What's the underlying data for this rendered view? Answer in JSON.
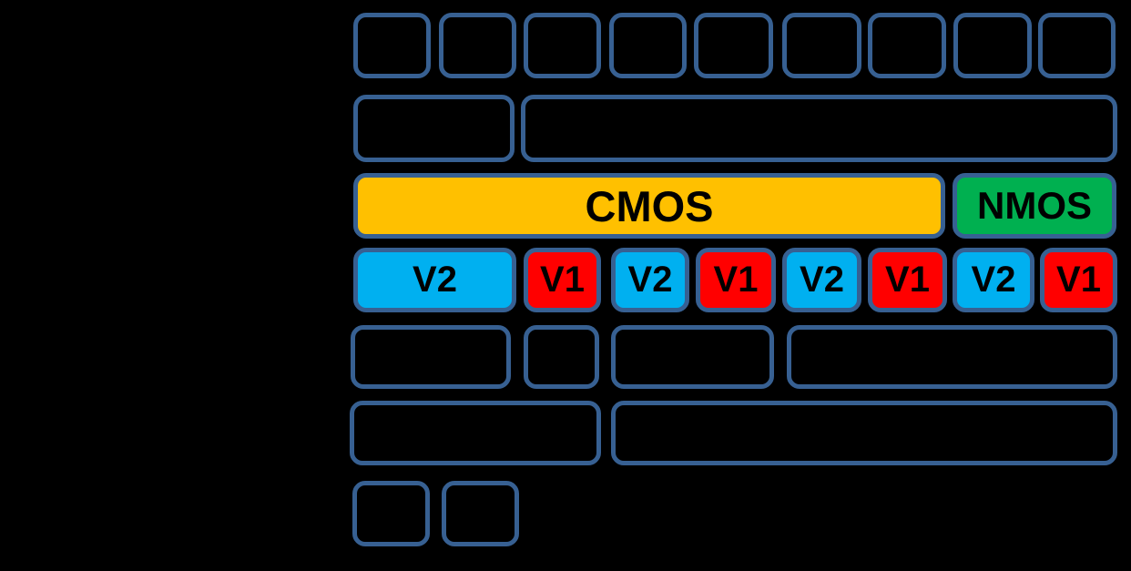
{
  "colors": {
    "background": "#000000",
    "outline": "#376092",
    "label_color": "#000000",
    "cmos_fill": "#FFC000",
    "nmos_fill": "#00B050",
    "v2_fill": "#00B0F0",
    "v1_fill": "#FF0000"
  },
  "blocks": {
    "cmos_label": "CMOS",
    "nmos_label": "NMOS",
    "v_sequence": [
      "V2",
      "V1",
      "V2",
      "V1",
      "V2",
      "V1",
      "V2",
      "V1"
    ]
  },
  "rows_summary": [
    {
      "row": 1,
      "boxes": 9,
      "labels": []
    },
    {
      "row": 2,
      "boxes": 2,
      "labels": []
    },
    {
      "row": 3,
      "boxes": 2,
      "labels": [
        "CMOS",
        "NMOS"
      ]
    },
    {
      "row": 4,
      "boxes": 8,
      "labels": [
        "V2",
        "V1",
        "V2",
        "V1",
        "V2",
        "V1",
        "V2",
        "V1"
      ]
    },
    {
      "row": 5,
      "boxes": 4,
      "labels": []
    },
    {
      "row": 6,
      "boxes": 2,
      "labels": []
    },
    {
      "row": 7,
      "boxes": 2,
      "labels": []
    }
  ]
}
